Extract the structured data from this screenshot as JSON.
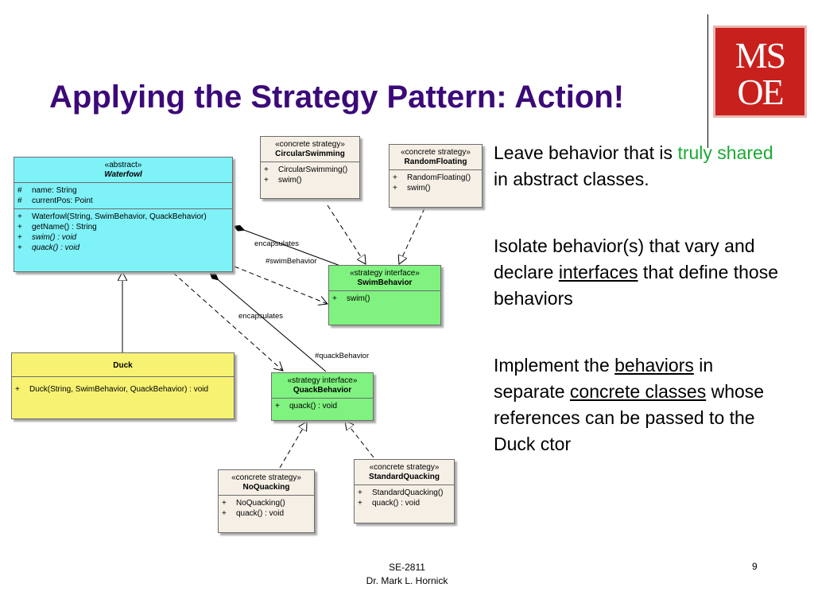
{
  "title": "Applying the Strategy Pattern: Action!",
  "logo": {
    "line1": "MS",
    "line2": "OE",
    "color": "#c8211d"
  },
  "diagram": {
    "waterfowl": {
      "stereotype": "«abstract»",
      "name": "Waterfowl",
      "attributes": [
        {
          "vis": "#",
          "text": "name:  String"
        },
        {
          "vis": "#",
          "text": "currentPos:  Point"
        }
      ],
      "operations": [
        {
          "vis": "+",
          "text": "Waterfowl(String, SwimBehavior, QuackBehavior)"
        },
        {
          "vis": "+",
          "text": "getName() : String"
        },
        {
          "vis": "+",
          "text": "swim() : void"
        },
        {
          "vis": "+",
          "text": "quack() : void"
        }
      ]
    },
    "duck": {
      "name": "Duck",
      "operations": [
        {
          "vis": "+",
          "text": "Duck(String, SwimBehavior, QuackBehavior) : void"
        }
      ]
    },
    "circular_swimming": {
      "stereotype": "«concrete strategy»",
      "name": "CircularSwimming",
      "operations": [
        {
          "vis": "+",
          "text": "CircularSwimming()"
        },
        {
          "vis": "+",
          "text": "swim()"
        }
      ]
    },
    "random_floating": {
      "stereotype": "«concrete strategy»",
      "name": "RandomFloating",
      "operations": [
        {
          "vis": "+",
          "text": "RandomFloating()"
        },
        {
          "vis": "+",
          "text": "swim()"
        }
      ]
    },
    "swim_behavior": {
      "stereotype": "«strategy interface»",
      "name": "SwimBehavior",
      "operations": [
        {
          "vis": "+",
          "text": "swim()"
        }
      ]
    },
    "quack_behavior": {
      "stereotype": "«strategy interface»",
      "name": "QuackBehavior",
      "operations": [
        {
          "vis": "+",
          "text": "quack() : void"
        }
      ]
    },
    "no_quacking": {
      "stereotype": "«concrete strategy»",
      "name": "NoQuacking",
      "operations": [
        {
          "vis": "+",
          "text": "NoQuacking()"
        },
        {
          "vis": "+",
          "text": "quack() : void"
        }
      ]
    },
    "standard_quacking": {
      "stereotype": "«concrete strategy»",
      "name": "StandardQuacking",
      "operations": [
        {
          "vis": "+",
          "text": "StandardQuacking()"
        },
        {
          "vis": "+",
          "text": "quack() : void"
        }
      ]
    },
    "labels": {
      "encapsulates_swim": "encapsulates",
      "swim_role": "#swimBehavior",
      "encapsulates_quack": "encapsulates",
      "quack_role": "#quackBehavior"
    },
    "colors": {
      "abstract_class": "#7ff2f8",
      "interface": "#7ff27f",
      "subclass": "#f8f273",
      "concrete": "#f5efe6"
    }
  },
  "bullets": {
    "b1_part1": "Leave behavior that is ",
    "b1_truly": "truly",
    "b1_shared": "shared",
    "b1_part2": " in abstract classes.",
    "b2_part1": "Isolate behavior(s) that vary and declare ",
    "b2_interfaces": "interfaces",
    "b2_part2": " that define those behaviors",
    "b3_part1": "Implement the ",
    "b3_behaviors": "behaviors",
    "b3_part2": " in separate ",
    "b3_concrete": "concrete classes",
    "b3_part3": " whose references can be passed to the Duck ctor",
    "highlight_color": "#1aaa33"
  },
  "footer": {
    "course": "SE-2811",
    "author": "Dr. Mark L. Hornick",
    "page": "9"
  }
}
